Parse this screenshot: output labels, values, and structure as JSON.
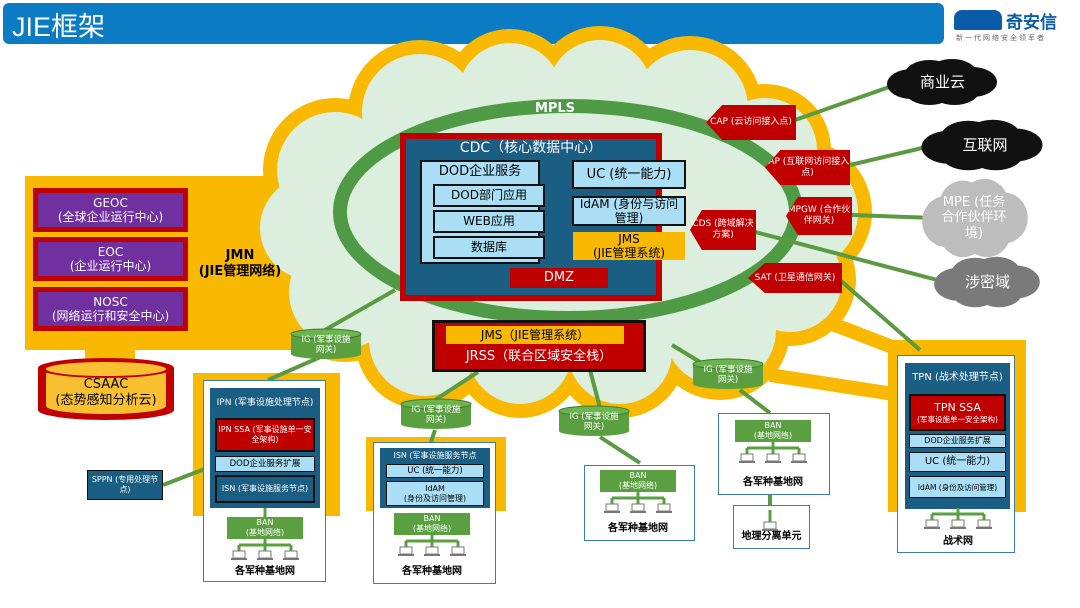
{
  "header": {
    "title": "JIE框架",
    "logo_text": "奇安信",
    "logo_tagline": "新一代网络安全领军者",
    "color": "#0b7bc3"
  },
  "colors": {
    "yellow": "#f8b900",
    "cloud_fill": "#dceedd",
    "green": "#4f9a45",
    "red": "#c00000",
    "dark_blue": "#1b5e83",
    "light_blue": "#a9def5",
    "purple": "#7030a0"
  },
  "mpls": "MPLS",
  "cdc": {
    "title": "CDC（核心数据中心）",
    "enterprise": "DOD企业服务",
    "apps": [
      "DOD部门应用",
      "WEB应用",
      "数据库"
    ],
    "uc": "UC (统一能力)",
    "idam": "IdAM (身份与访问管理)",
    "jms": "JMS",
    "jms_sub": "(JIE管理系统)",
    "dmz": "DMZ"
  },
  "jmn": {
    "title": "JMN",
    "subtitle": "(JIE管理网络)",
    "centers": [
      {
        "name": "GEOC",
        "desc": "(全球企业运行中心)"
      },
      {
        "name": "EOC",
        "desc": "(企业运行中心)"
      },
      {
        "name": "NOSC",
        "desc": "(网络运行和安全中心)"
      }
    ]
  },
  "csaac": {
    "name": "CSAAC",
    "desc": "(态势感知分析云)"
  },
  "jrss": {
    "jms": "JMS（JIE管理系统）",
    "jrss": "JRSS（联合区域安全栈）"
  },
  "gateways": {
    "cap": "CAP (云访问接入点)",
    "iap": "IAP (互联网访问接入点)",
    "mpgw": "MPGW (合作伙伴网关)",
    "cds": "CDS (跨域解决方案)",
    "sat": "SAT (卫星通信网关)"
  },
  "external": {
    "commercial": "商业云",
    "internet": "互联网",
    "mpe": "MPE (任务合作伙伴环境)",
    "classified": "涉密域"
  },
  "ig": "IG (军事设施网关)",
  "ipn": {
    "title": "IPN (军事设施处理节点)",
    "ssa": "IPN SSA (军事设施单一安全架构)",
    "dod": "DOD企业服务扩展",
    "isn": "ISN (军事设施服务节点)"
  },
  "sppn": "SPPN (专用处理节点)",
  "isn": {
    "title": "ISN (军事设施服务节点",
    "uc": "UC (统一能力)",
    "idam": "IdAM",
    "idam_sub": "(身份及访问管理)"
  },
  "ban": {
    "name": "BAN",
    "desc": "(基地网络)"
  },
  "base_net": "各军种基地网",
  "geo_unit": "地理分离单元",
  "tpn": {
    "title": "TPN (战术处理节点)",
    "ssa": "TPN SSA",
    "ssa_sub": "(军事设施单一安全架构)",
    "dod": "DOD企业服务扩展",
    "uc": "UC (统一能力)",
    "idam": "IdAM (身份及访问管理)",
    "net": "战术网"
  }
}
